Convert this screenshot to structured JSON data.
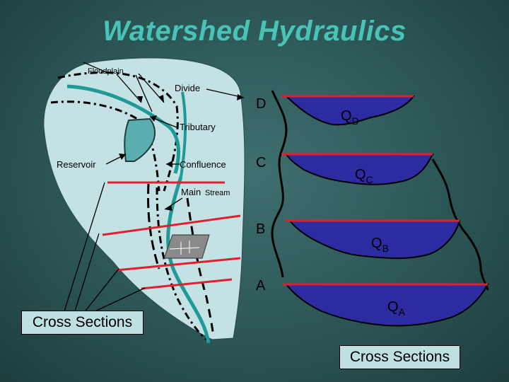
{
  "title": "Watershed Hydraulics",
  "labels": {
    "floodplain": "Floodplain",
    "divide": "Divide",
    "tributary": "Tributary",
    "reservoir": "Reservoir",
    "confluence": "Confluence",
    "main": "Main",
    "stream": "Stream",
    "cross_sections_left": "Cross Sections",
    "cross_sections_right": "Cross Sections"
  },
  "sections": [
    {
      "letter": "D",
      "q": "Q",
      "sub": "D"
    },
    {
      "letter": "C",
      "q": "Q",
      "sub": "C"
    },
    {
      "letter": "B",
      "q": "Q",
      "sub": "B"
    },
    {
      "letter": "A",
      "q": "Q",
      "sub": "A"
    }
  ],
  "colors": {
    "background": "#2c5656",
    "title": "#47c4b6",
    "watershed": "#c4e1e4",
    "stream": "#1f9a96",
    "channel_fill": "#2d2ba2",
    "water_surface": "#e01f2f",
    "reservoir": "#5aaeb0",
    "label_box": "#bfe0e0"
  }
}
